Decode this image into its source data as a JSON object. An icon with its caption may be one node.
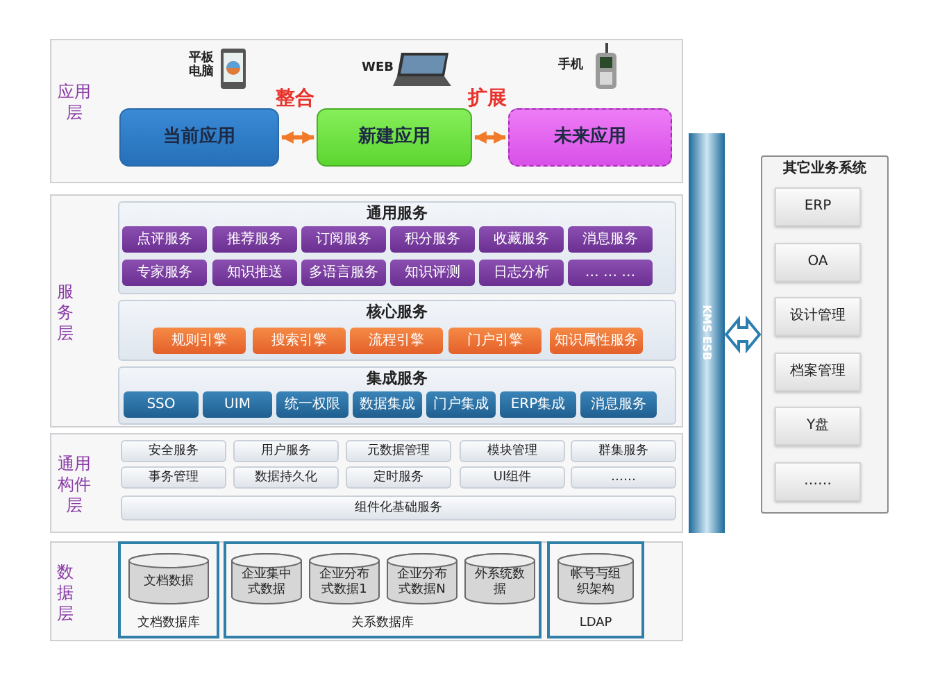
{
  "diagram": {
    "nodes": [
      {
        "text": [
          "应用层"
        ]
      },
      {
        "text": [
          "当前应用"
        ],
        "in": 0
      },
      {
        "text": [
          "新建应用"
        ],
        "in": 0
      },
      {
        "text": [
          "未来应用"
        ],
        "in": 0
      },
      {
        "text": [
          "服务层"
        ]
      },
      {
        "text": [
          "通用服务"
        ],
        "in": 4
      },
      {
        "text": [
          "点评服务"
        ],
        "in": 5
      },
      {
        "text": [
          "推荐服务"
        ],
        "in": 5
      },
      {
        "text": [
          "订阅服务"
        ],
        "in": 5
      },
      {
        "text": [
          "积分服务"
        ],
        "in": 5
      },
      {
        "text": [
          "收藏服务"
        ],
        "in": 5
      },
      {
        "text": [
          "消息服务"
        ],
        "in": 5
      },
      {
        "text": [
          "专家服务"
        ],
        "in": 5
      },
      {
        "text": [
          "知识推送"
        ],
        "in": 5
      },
      {
        "text": [
          "多语言服务"
        ],
        "in": 5
      },
      {
        "text": [
          "知识评测"
        ],
        "in": 5
      },
      {
        "text": [
          "日志分析"
        ],
        "in": 5
      },
      {
        "text": [
          "… … …"
        ],
        "in": 5
      },
      {
        "text": [
          "核心服务"
        ],
        "in": 4
      },
      {
        "text": [
          "规则引擎"
        ],
        "in": 18
      },
      {
        "text": [
          "搜索引擎"
        ],
        "in": 18
      },
      {
        "text": [
          "流程引擎"
        ],
        "in": 18
      },
      {
        "text": [
          "门户引擎"
        ],
        "in": 18
      },
      {
        "text": [
          "知识属性服务"
        ],
        "in": 18
      },
      {
        "text": [
          "集成服务"
        ],
        "in": 4
      },
      {
        "text": [
          "SSO"
        ],
        "in": 24
      },
      {
        "text": [
          "UIM"
        ],
        "in": 24
      },
      {
        "text": [
          "统一权限"
        ],
        "in": 24
      },
      {
        "text": [
          "数据集成"
        ],
        "in": 24
      },
      {
        "text": [
          "门户集成"
        ],
        "in": 24
      },
      {
        "text": [
          "ERP集成"
        ],
        "in": 24
      },
      {
        "text": [
          "消息服务"
        ],
        "in": 24
      },
      {
        "text": [
          "通用构件层"
        ]
      },
      {
        "text": [
          "安全服务"
        ],
        "in": 32
      },
      {
        "text": [
          "用户服务"
        ],
        "in": 32
      },
      {
        "text": [
          "元数据管理"
        ],
        "in": 32
      },
      {
        "text": [
          "模块管理"
        ],
        "in": 32
      },
      {
        "text": [
          "群集服务"
        ],
        "in": 32
      },
      {
        "text": [
          "事务管理"
        ],
        "in": 32
      },
      {
        "text": [
          "数据持久化"
        ],
        "in": 32
      },
      {
        "text": [
          "定时服务"
        ],
        "in": 32
      },
      {
        "text": [
          "UI组件"
        ],
        "in": 32
      },
      {
        "text": [
          "……"
        ],
        "in": 32
      },
      {
        "text": [
          "组件化基础服务"
        ],
        "in": 32
      },
      {
        "text": [
          "数据层"
        ]
      },
      {
        "text": [
          "文档数据库"
        ],
        "in": 44
      },
      {
        "text": [
          "文档数据"
        ],
        "in": 45
      },
      {
        "text": [
          "关系数据库"
        ],
        "in": 44
      },
      {
        "text": [
          "企业集中式数据"
        ],
        "in": 47
      },
      {
        "text": [
          "企业分布式数据1"
        ],
        "in": 47
      },
      {
        "text": [
          "企业分布式数据N"
        ],
        "in": 47
      },
      {
        "text": [
          "外系统数据"
        ],
        "in": 47
      },
      {
        "text": [
          "LDAP"
        ],
        "in": 44
      },
      {
        "text": [
          "帐号与组织架构"
        ],
        "in": 52
      },
      {
        "text": [
          "KMS ESB"
        ]
      },
      {
        "text": [
          "其它业务系统"
        ]
      },
      {
        "text": [
          "ERP"
        ],
        "in": 55
      },
      {
        "text": [
          "OA"
        ],
        "in": 55
      },
      {
        "text": [
          "设计管理"
        ],
        "in": 55
      },
      {
        "text": [
          "档案管理"
        ],
        "in": 55
      },
      {
        "text": [
          "Y盘"
        ],
        "in": 55
      },
      {
        "text": [
          "……"
        ],
        "in": 55
      }
    ],
    "edges": [
      {
        "from": 1,
        "to": 2,
        "arrow": "both",
        "label": "整合",
        "color": "#f07a2a"
      },
      {
        "from": 2,
        "to": 3,
        "arrow": "both",
        "label": "扩展",
        "color": "#f07a2a"
      },
      {
        "from": 54,
        "to": 55,
        "arrow": "both",
        "color": "#2a7fb0"
      }
    ],
    "labels": [
      "平板电脑",
      "WEB",
      "手机"
    ]
  }
}
